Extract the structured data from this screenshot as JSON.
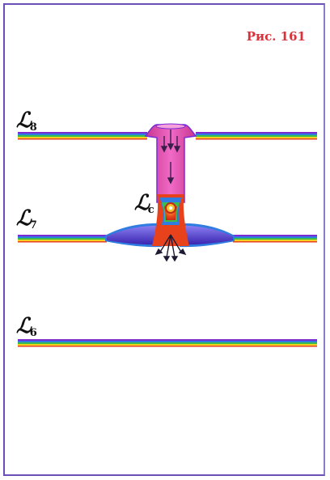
{
  "figure_label": "Рис. 161",
  "levels": [
    {
      "letter": "ℒ",
      "sub": "8"
    },
    {
      "letter": "ℒ",
      "sub": "7"
    },
    {
      "letter": "ℒ",
      "sub": "6"
    }
  ],
  "center_label": {
    "letter": "ℒ",
    "sub": "c"
  },
  "colors": {
    "frame": "#6b4fb8",
    "band": [
      "#7a2bd4",
      "#2f7de0",
      "#3bbf4a",
      "#f0d020",
      "#e8421c"
    ],
    "channel_pink": "#e44fb5",
    "bulge_blue": "#4a3ac8",
    "core_red": "#e53b2a",
    "core_orange": "#f08a20"
  }
}
